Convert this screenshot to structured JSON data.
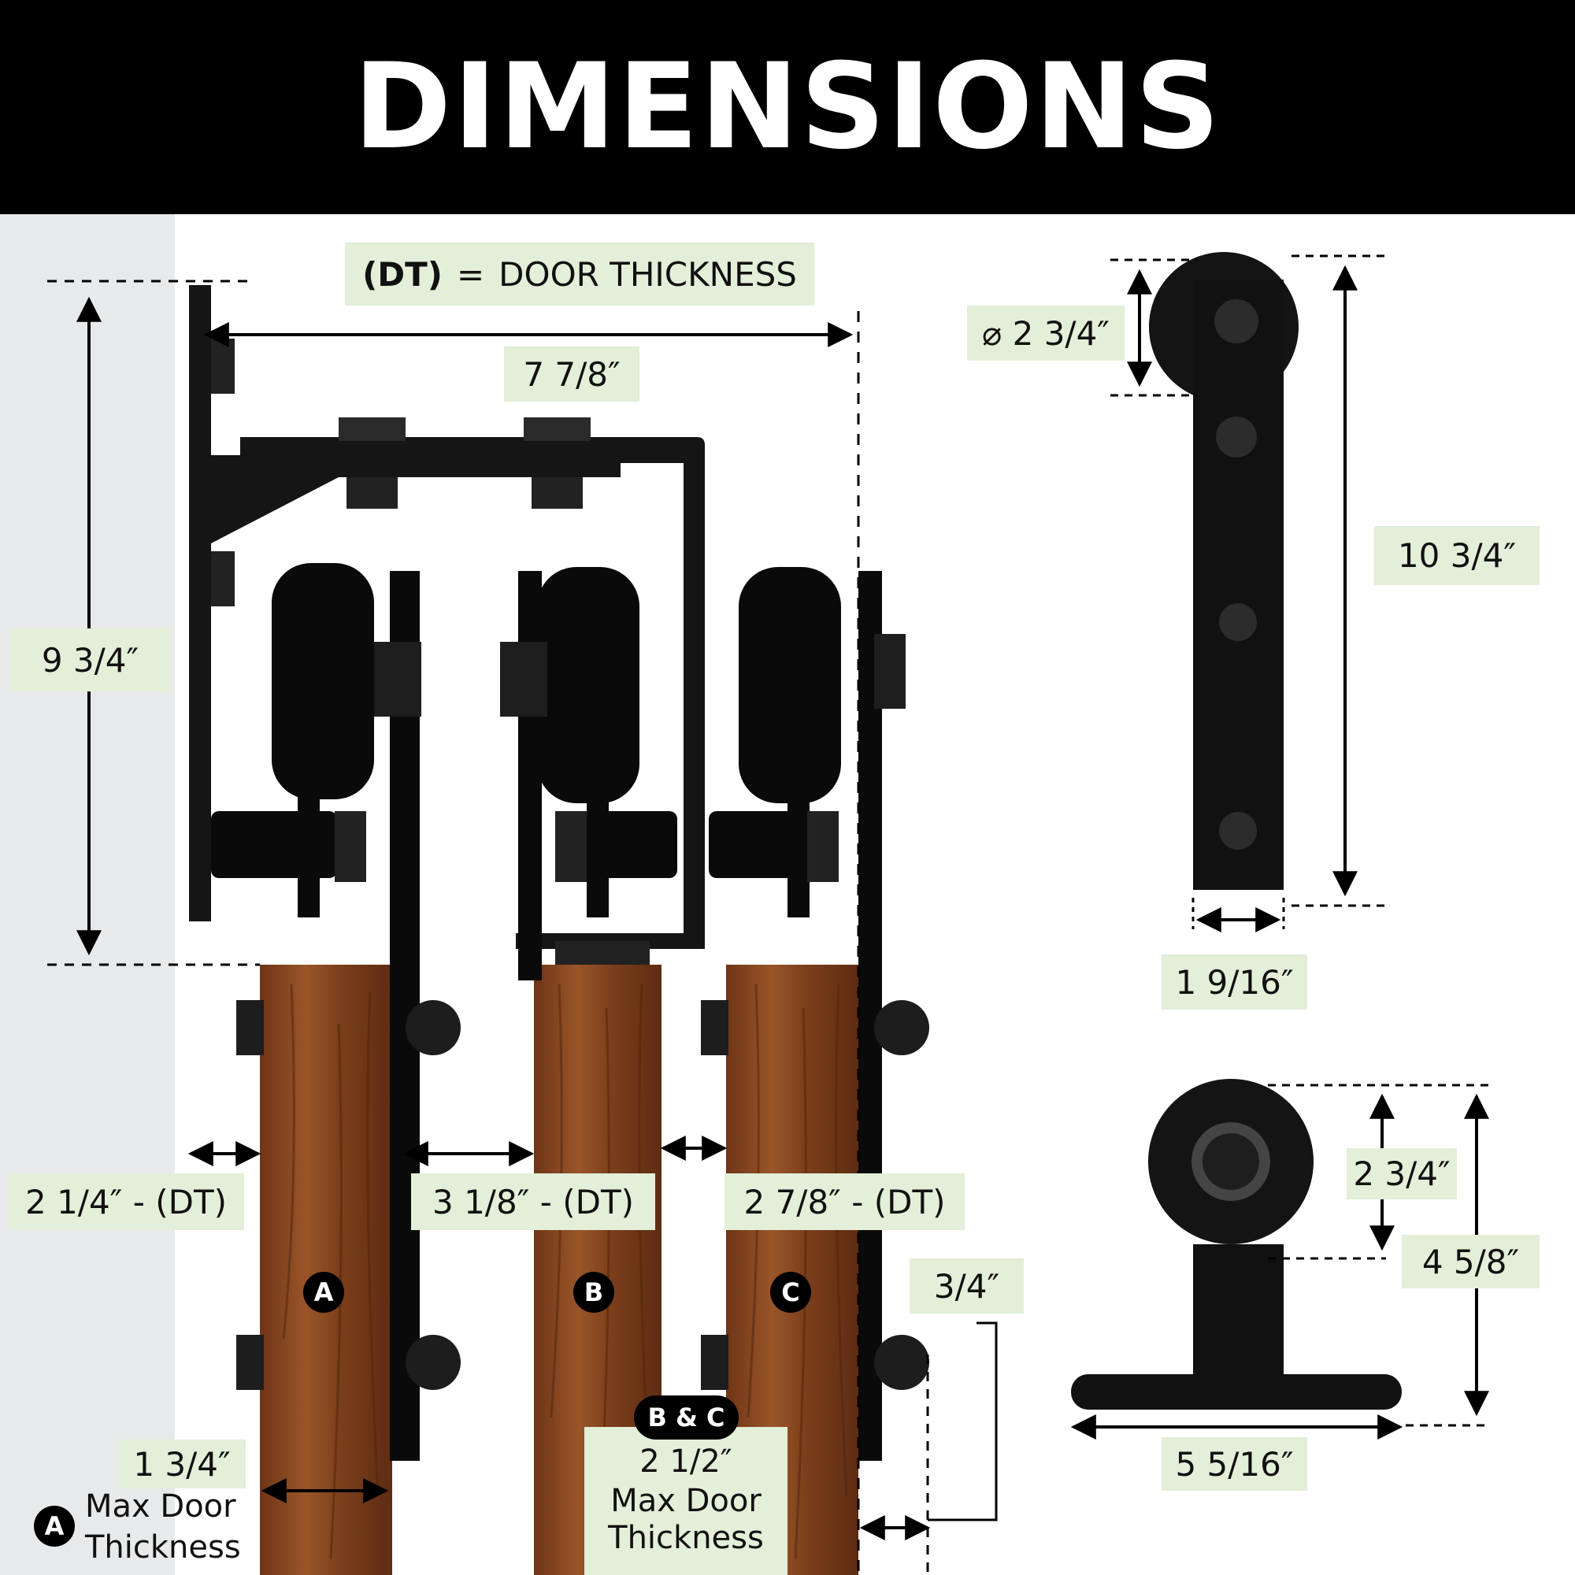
{
  "title": "DIMENSIONS",
  "legend": {
    "dt_abbr": "(DT)",
    "dt_equals": "=",
    "dt_meaning": "DOOR THICKNESS"
  },
  "measurements": {
    "bracket_width": "7 7/8″",
    "hanger_height": "9 3/4″",
    "wheel_diameter": "⌀ 2 3/4″",
    "strap_height": "10 3/4″",
    "strap_width": "1 9/16″",
    "gap_a": "2 1/4″ - (DT)",
    "gap_b": "3 1/8″ - (DT)",
    "gap_c": "2 7/8″ - (DT)",
    "offset": "3/4″",
    "stop_wheel": "2 3/4″",
    "stop_height": "4 5/8″",
    "stop_base": "5 5/16″"
  },
  "doors": [
    {
      "letter": "A"
    },
    {
      "letter": "B"
    },
    {
      "letter": "C"
    }
  ],
  "max_thickness": {
    "a_value": "1 3/4″",
    "a_badge": "A",
    "a_line1": "Max Door",
    "a_line2": "Thickness",
    "bc_badge": "B & C",
    "bc_value": "2 1/2″",
    "bc_line1": "Max Door",
    "bc_line2": "Thickness"
  },
  "colors": {
    "header": "#000000",
    "label_bg": "#e3efd8",
    "wood": "#8a4a22",
    "hardware": "#111111",
    "wall": "#e8e9ea"
  }
}
